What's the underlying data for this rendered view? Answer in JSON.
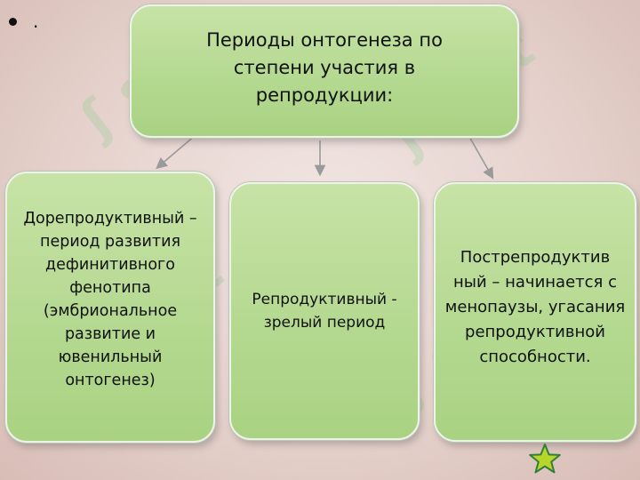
{
  "bullet": {
    "text": "."
  },
  "header_box": {
    "text": "Периоды онтогенеза по степени участия в репродукции:"
  },
  "boxes": [
    {
      "text": "Дорепродуктивный – период развития дефинитивного фенотипа (эмбриональное развитие и ювенильный онтогенез)"
    },
    {
      "text": "Репродуктивный - зрелый период"
    },
    {
      "text": "Пострепродуктив ный – начинается с менопаузы, угасания репродуктивной способности."
    }
  ],
  "colors": {
    "box_fill": "#b3d88f",
    "background": "#e6d2cd",
    "connector": "#9a9a9a",
    "star_fill": "#b8d62a",
    "star_outline": "#2f7f3a"
  },
  "icons": {
    "star": "star-icon"
  }
}
